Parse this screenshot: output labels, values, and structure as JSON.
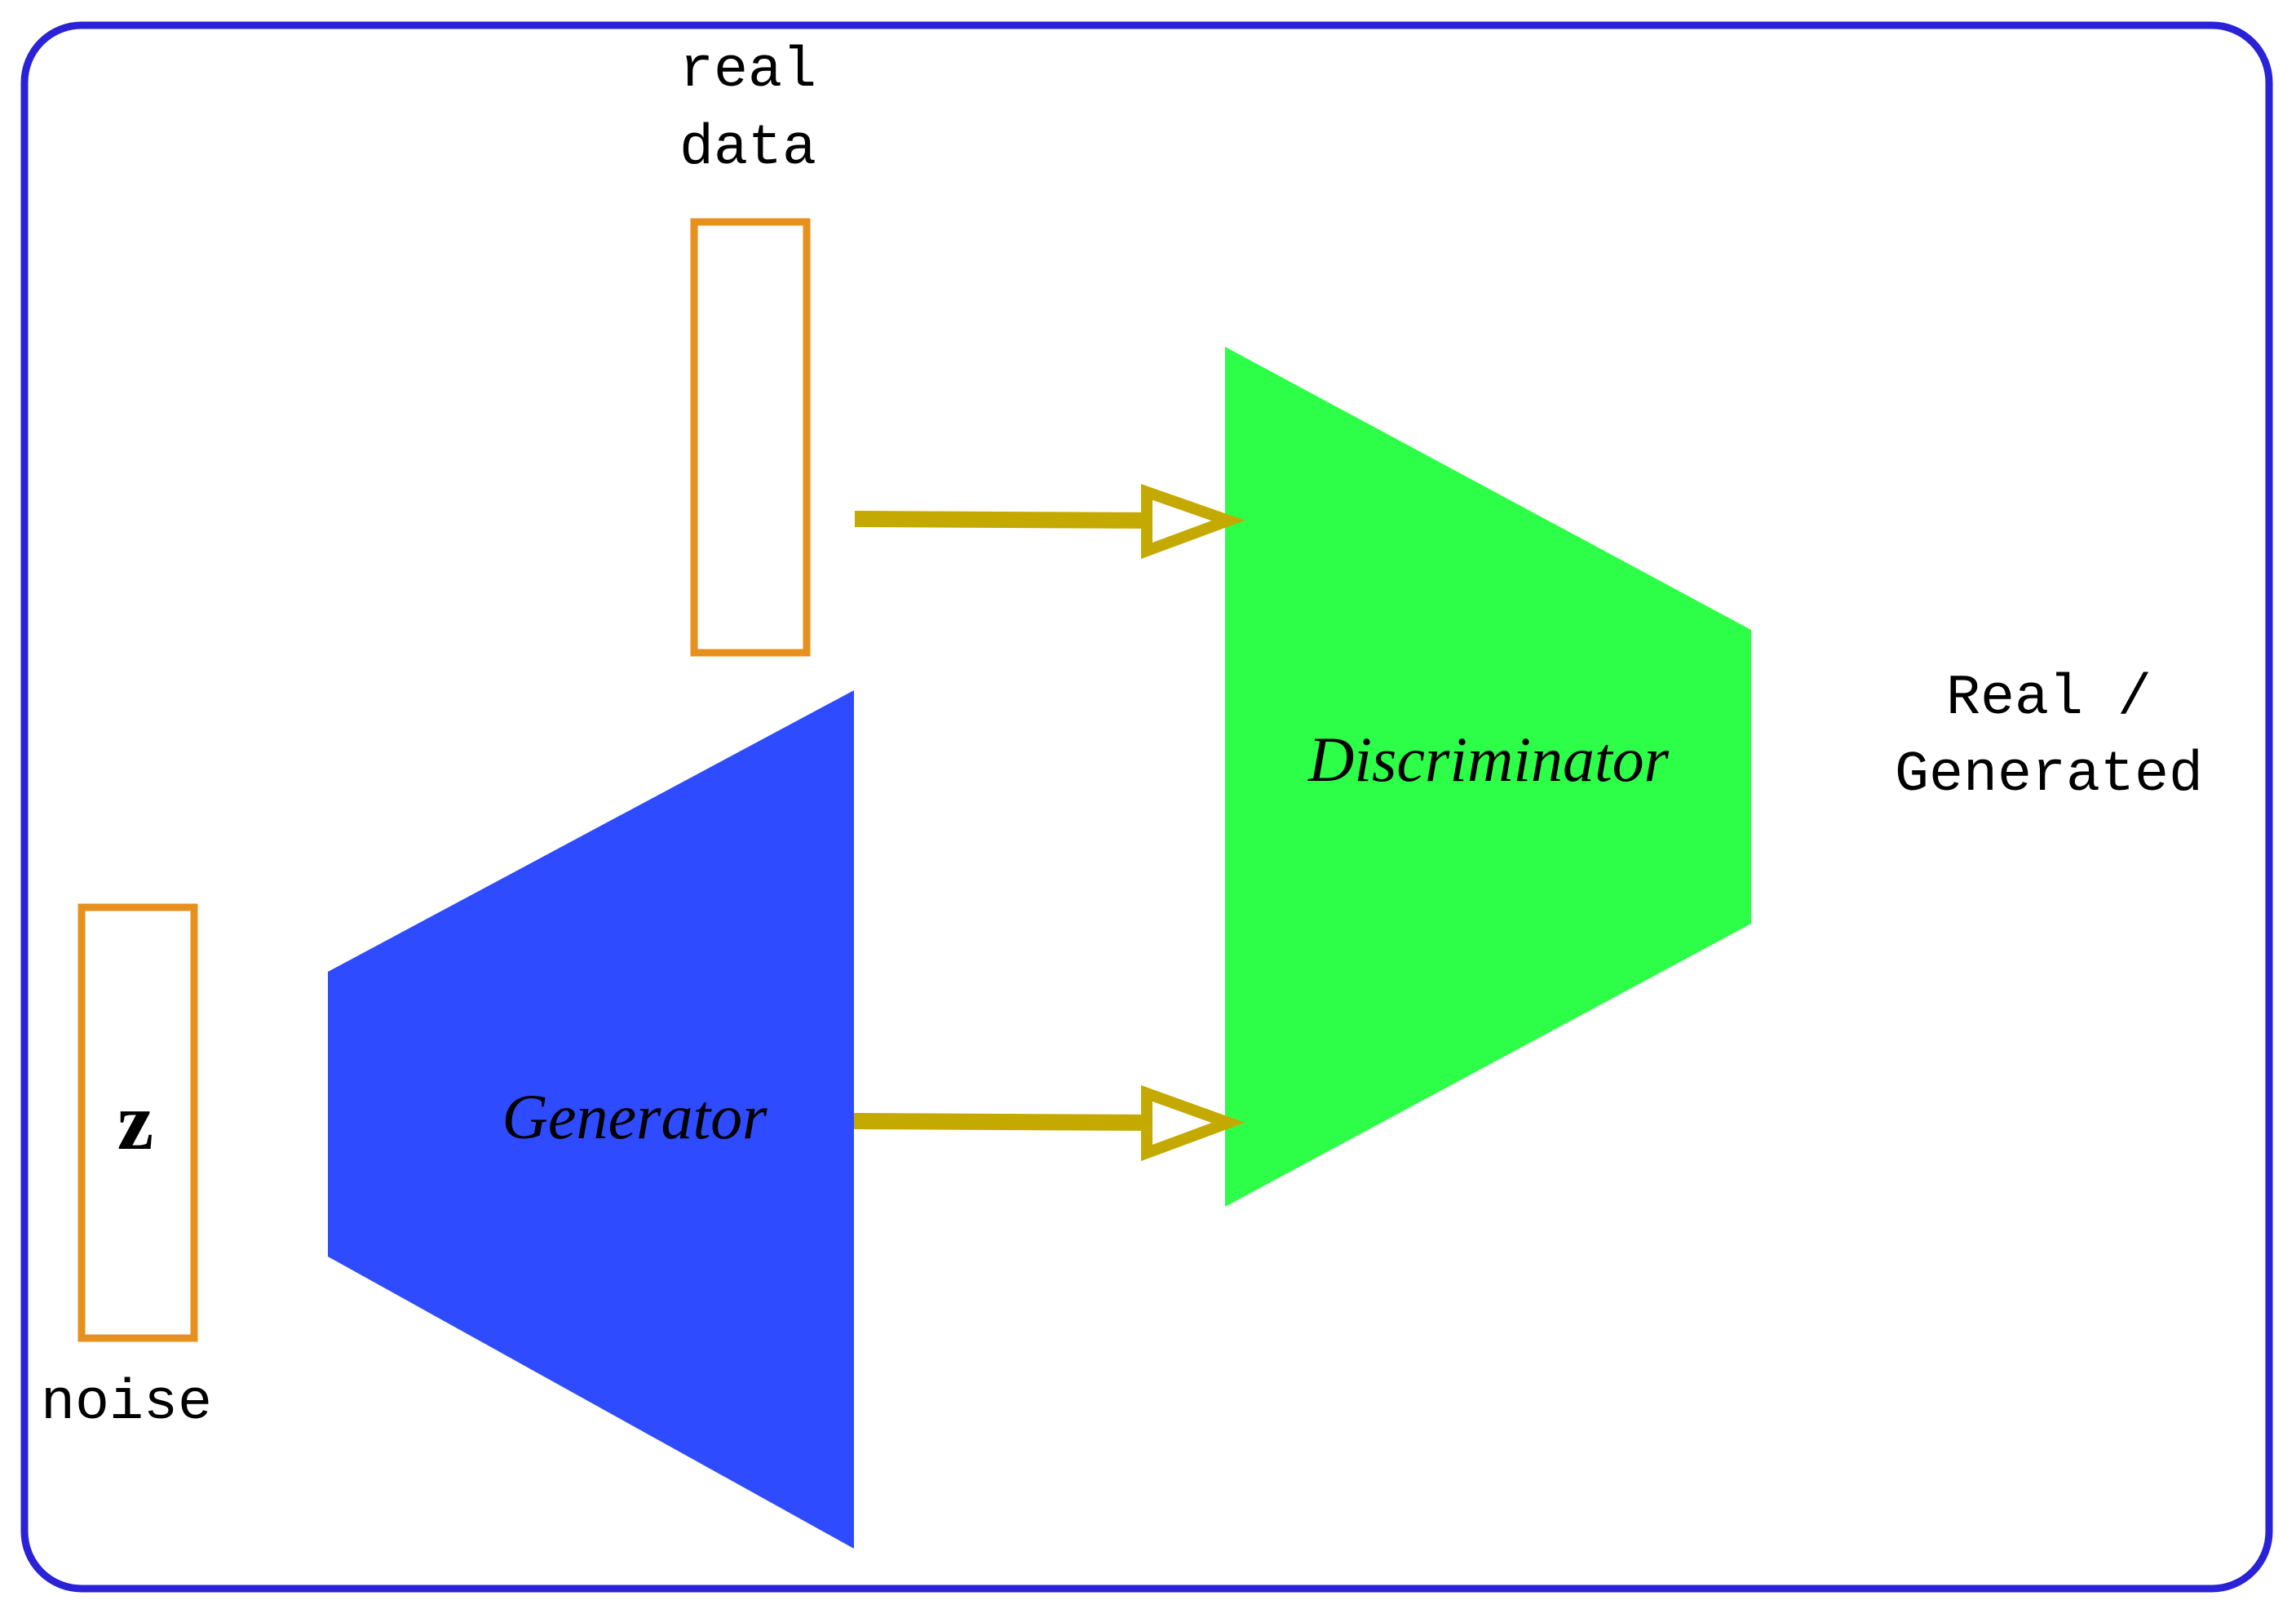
{
  "colors": {
    "frame": "#2a22d6",
    "vector_box": "#e8901e",
    "generator": "#2e4bff",
    "discriminator": "#2dff48",
    "arrow": "#c4aa00",
    "text": "#000000",
    "background": "#ffffff"
  },
  "real_data": {
    "label_line1": "real",
    "label_line2": "data"
  },
  "noise": {
    "symbol": "z",
    "label": "noise"
  },
  "generator": {
    "label": "Generator"
  },
  "discriminator": {
    "label": "Discriminator"
  },
  "output": {
    "label_line1": "Real /",
    "label_line2": "Generated"
  }
}
